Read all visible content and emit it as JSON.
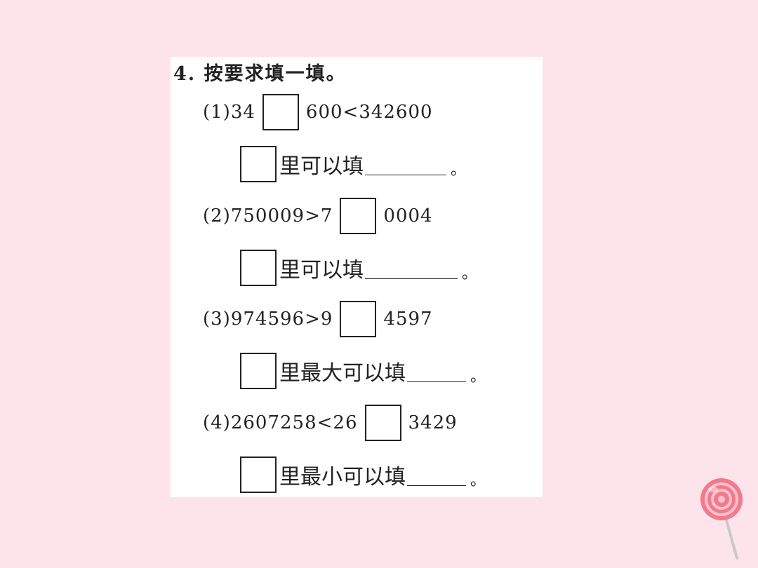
{
  "question": {
    "number": "4.",
    "title": "按要求填一填。"
  },
  "items": [
    {
      "prefix": "(1)34",
      "suffix": "600<342600",
      "answer_text": "里可以填",
      "period": "。"
    },
    {
      "prefix": "(2)750009>7",
      "suffix": "0004",
      "answer_text": "里可以填",
      "period": "。"
    },
    {
      "prefix": "(3)974596>9",
      "suffix": "4597",
      "answer_text": "里最大可以填",
      "period": "。"
    },
    {
      "prefix": "(4)2607258<26",
      "suffix": "3429",
      "answer_text": "里最小可以填",
      "period": "。"
    }
  ],
  "colors": {
    "slide_background": "#fde3ea",
    "card_background": "#ffffff",
    "lollipop": "#f27a8c"
  },
  "icons": [
    "lollipop-icon"
  ]
}
